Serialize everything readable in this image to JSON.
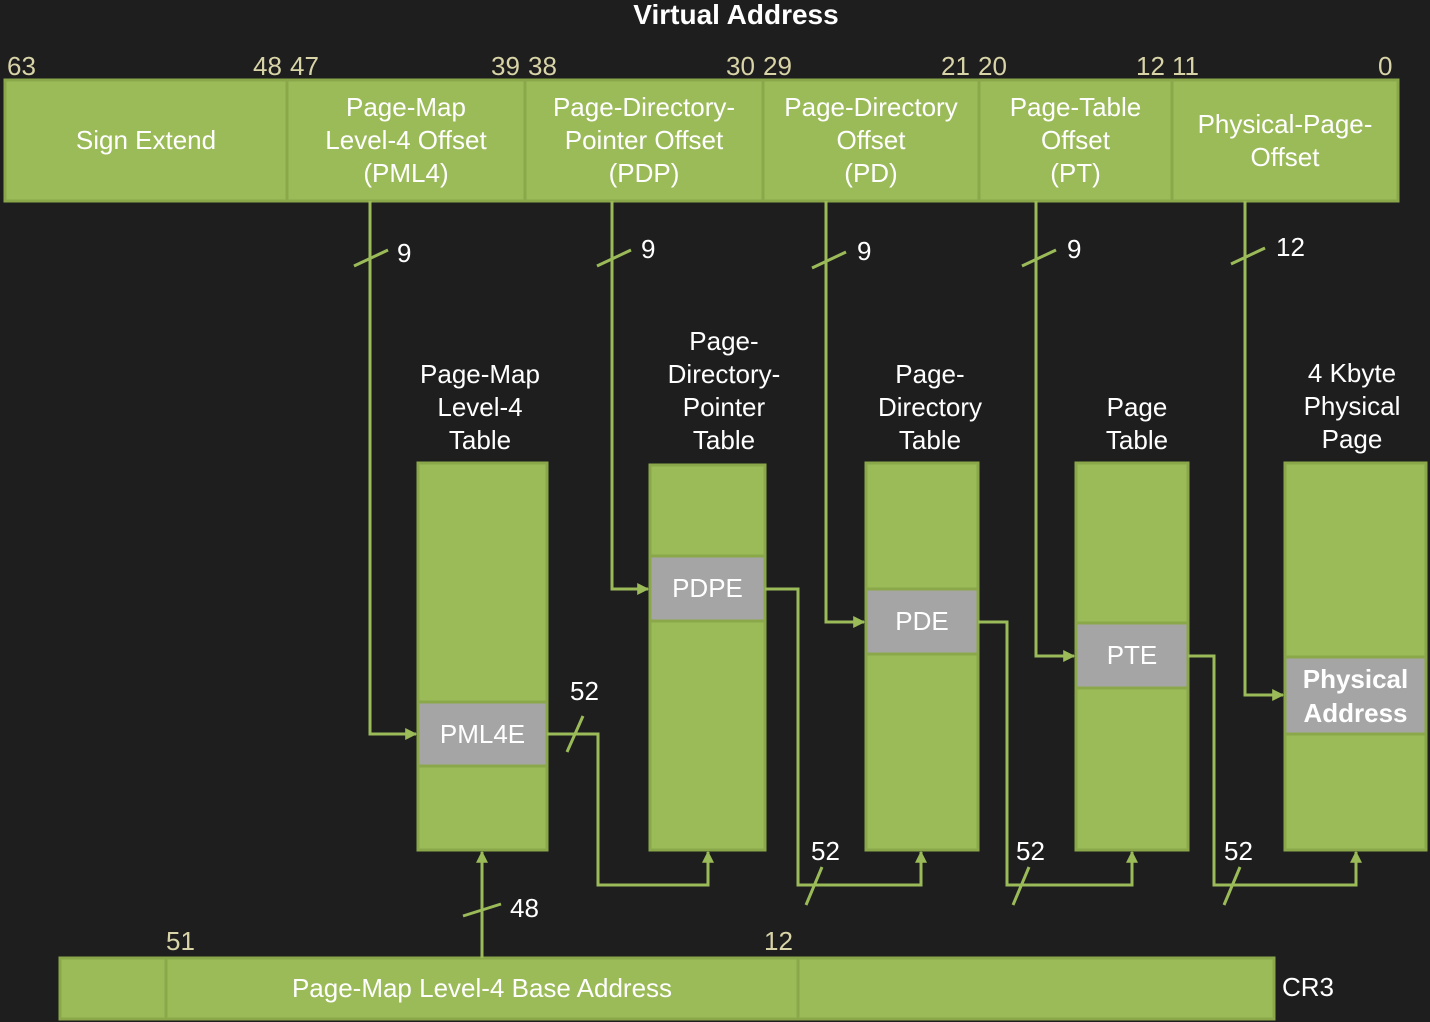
{
  "title": "Virtual Address",
  "bit_labels": [
    "63",
    "48",
    "47",
    "39",
    "38",
    "30",
    "29",
    "21",
    "20",
    "12",
    "11",
    "0"
  ],
  "fields": [
    {
      "label": "Sign Extend"
    },
    {
      "label": "Page-Map\nLevel-4 Offset\n(PML4)"
    },
    {
      "label": "Page-Directory-\nPointer Offset\n(PDP)"
    },
    {
      "label": "Page-Directory\nOffset\n(PD)"
    },
    {
      "label": "Page-Table\nOffset\n(PT)"
    },
    {
      "label": "Physical-Page-\nOffset"
    }
  ],
  "offset_widths": [
    "9",
    "9",
    "9",
    "9",
    "12"
  ],
  "tables": [
    {
      "title": "Page-Map\nLevel-4\nTable",
      "entry": "PML4E"
    },
    {
      "title": "Page-\nDirectory-\nPointer\nTable",
      "entry": "PDPE"
    },
    {
      "title": "Page-\nDirectory\nTable",
      "entry": "PDE"
    },
    {
      "title": "Page\nTable",
      "entry": "PTE"
    },
    {
      "title": "4 Kbyte\nPhysical\nPage",
      "entry": "Physical\nAddress"
    }
  ],
  "pointer_widths": [
    "52",
    "52",
    "52",
    "52"
  ],
  "cr3": {
    "name": "CR3",
    "field_label": "Page-Map Level-4 Base Address",
    "bit_high": "51",
    "bit_low": "12",
    "width": "48"
  },
  "colors": {
    "field_fill": "#9bbb59",
    "field_border": "#8aa84a",
    "entry_fill": "#a5a5a5",
    "line": "#9bbb59",
    "background": "#1e1e1e"
  }
}
